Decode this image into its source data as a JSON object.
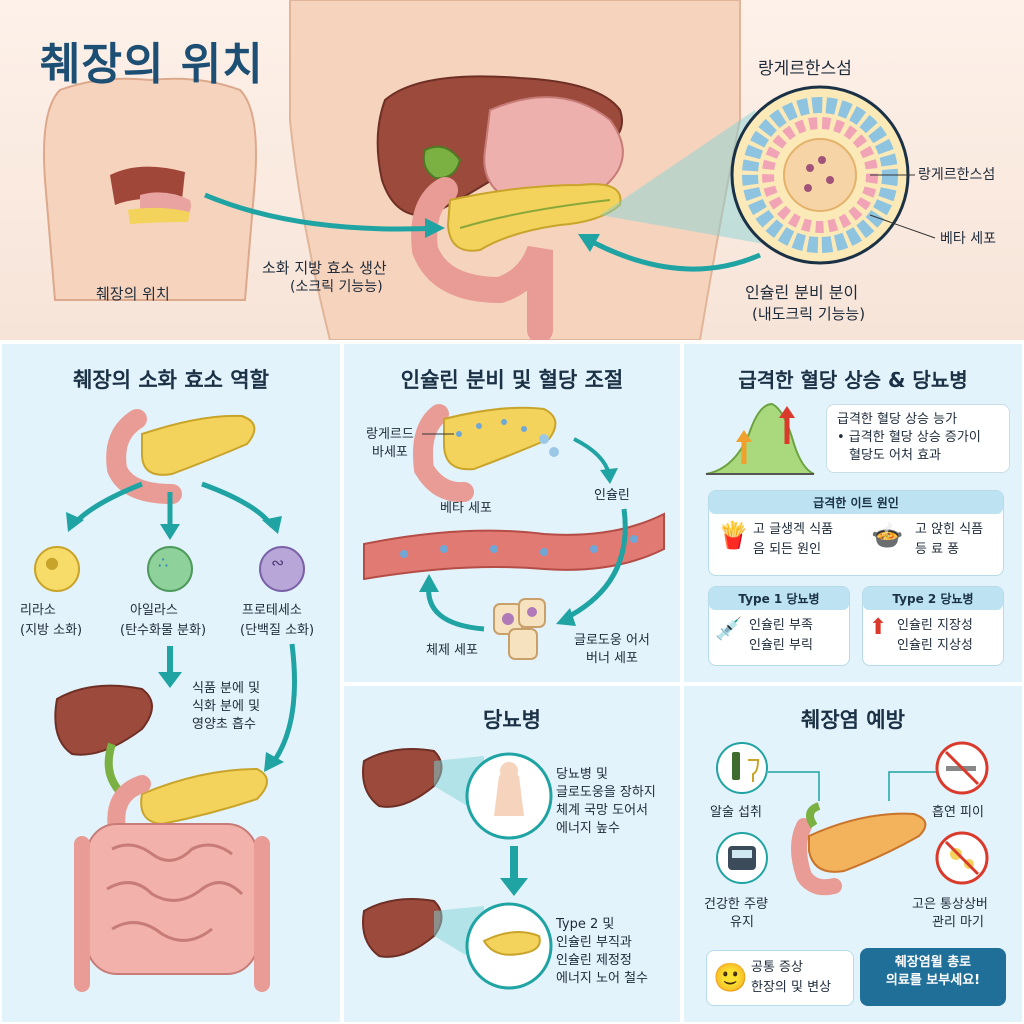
{
  "header": {
    "title": "췌장의 위치",
    "body_label": "췌장의 위치",
    "exocrine_label": "소화 지방 효소 생산",
    "exocrine_sub": "(소크릭 기능능)",
    "islet_title": "랑게르한스섬",
    "islet_label": "랑게르한스섬",
    "beta_label": "베타 세포",
    "endocrine_label": "인슐린 분비 분이",
    "endocrine_sub": "(내도크릭 기능능)"
  },
  "digestive": {
    "title": "췌장의 소화 효소 역할",
    "enzymes": [
      {
        "name": "리라소",
        "role": "(지방 소화)",
        "color": "#f8dc6a",
        "icon": "fat-blob-icon"
      },
      {
        "name": "아일라스",
        "role": "(탄수화물 분화)",
        "color": "#8fd19a",
        "icon": "starch-granules-icon"
      },
      {
        "name": "프로테세소",
        "role": "(단백질 소화)",
        "color": "#b9a6d8",
        "icon": "protein-chain-icon"
      }
    ],
    "absorb_1": "식품 분에 및",
    "absorb_2": "식화 분에 및",
    "absorb_3": "영양초 흡수"
  },
  "insulin": {
    "title": "인슐린 분비 및 혈당 조절",
    "langer_1": "랑게르드",
    "langer_2": "바세포",
    "beta": "베타 세포",
    "insulin": "인슐린",
    "glucose_1": "글로도웅 어서",
    "glucose_2": "버너 세포",
    "body_cell": "체제 세포"
  },
  "spike": {
    "title": "급격한 혈당 상승 & 당뇨병",
    "callout_1": "급격한 혈당 상승 능가",
    "callout_2": "• 급격한 혈당 상승 증가이",
    "callout_3": "혈당도 어처 효과",
    "cause_header": "급격한 이트 원인",
    "food1_a": "고 글생겍 식품",
    "food1_b": "음 되든 원인",
    "food2_a": "고 앉힌 식픔",
    "food2_b": "등 료 퐁",
    "type1_header": "Type 1 당뇨병",
    "type1_a": "인슐린 부족",
    "type1_b": "인슐린 부릭",
    "type2_header": "Type 2 당뇨병",
    "type2_a": "인슐린 지장성",
    "type2_b": "인슐린 지상성"
  },
  "diabetes": {
    "title": "당뇨병",
    "t1_1": "당뇨병 및",
    "t1_2": "글로도웅을 장하지",
    "t1_3": "체계 국망 도어서",
    "t1_4": "에너지 높수",
    "t2_1": "Type 2 및",
    "t2_2": "인슐린 부직과",
    "t2_3": "인슐린 제정정",
    "t2_4": "에너지 노어 철수"
  },
  "prevention": {
    "title": "췌장염 예방",
    "alcohol": "알술 섭취",
    "smoking": "흡연 피이",
    "weight_1": "건강한 주량",
    "weight_2": "유지",
    "fat_1": "고은 통상상버",
    "fat_2": "관리 마기",
    "symptom_1": "공통 증상",
    "symptom_2": "한장의 및 변상",
    "cta_1": "췌장염윌 총로",
    "cta_2": "의료를 보부세요!"
  },
  "colors": {
    "pancreas": "#f3d35c",
    "teal": "#1fa3a3",
    "liver": "#9c4a3c",
    "panel": "#e3f3fb",
    "blood": "#e07a72"
  }
}
